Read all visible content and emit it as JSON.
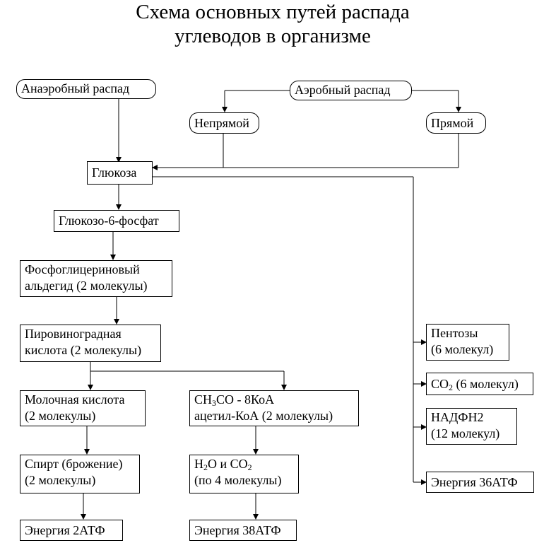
{
  "title": {
    "line1": "Схема основных путей распада",
    "line2": "углеводов в организме"
  },
  "nodes": {
    "anaerobic": "Анаэробный распад",
    "aerobic": "Аэробный распад",
    "indirect": "Непрямой",
    "direct": "Прямой",
    "glucose": "Глюкоза",
    "g6p": "Глюкозо-6-фосфат",
    "pga": {
      "line1": "Фосфоглицериновый",
      "line2": "альдегид (2 молекулы)"
    },
    "pyruvate": {
      "line1": "Пировиноградная",
      "line2": "кислота (2 молекулы)"
    },
    "lactate": {
      "line1": "Молочная кислота",
      "line2": "(2 молекулы)"
    },
    "acetyl": {
      "line1_pre": "CH",
      "line1_sub": "3",
      "line1_post": "CO - 8КоА",
      "line2": "ацетил-КоА (2 молекулы)"
    },
    "alcohol": {
      "line1": "Спирт (брожение)",
      "line2": "(2 молекулы)"
    },
    "water": {
      "line1_a": "H",
      "line1_sub1": "2",
      "line1_b": "O и CO",
      "line1_sub2": "2",
      "line2": "(по 4 молекулы)"
    },
    "energy2": "Энергия 2АТФ",
    "energy38": "Энергия 38АТФ",
    "pentoses": {
      "line1": "Пентозы",
      "line2": "(6 молекул)"
    },
    "co2": {
      "pre": "CO",
      "sub": "2",
      "post": " (6 молекул)"
    },
    "nadph": {
      "line1": "НАДФН2",
      "line2": "(12 молекул)"
    },
    "energy36": "Энергия 36АТФ"
  }
}
